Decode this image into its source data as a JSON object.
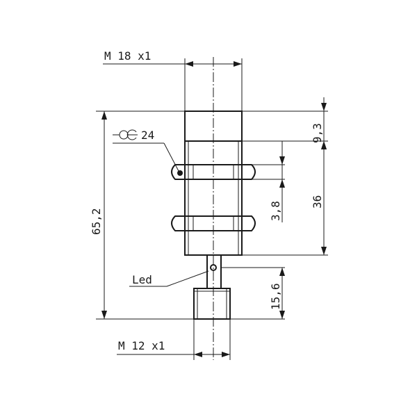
{
  "labels": {
    "thread_top": "M 18 x1",
    "thread_bottom": "M 12 x1",
    "wrench_size": "24",
    "led": "Led",
    "dim_total": "65,2",
    "dim_cap": "9,3",
    "dim_nut": "3,8",
    "dim_body": "36",
    "dim_connector": "15,6"
  },
  "colors": {
    "line": "#1a1a1a",
    "background": "#ffffff"
  }
}
